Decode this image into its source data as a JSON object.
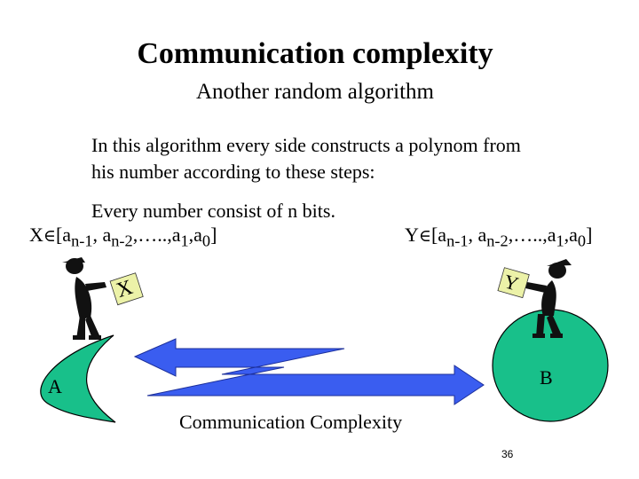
{
  "title": "Communication complexity",
  "subtitle": "Another random algorithm",
  "intro_line1": "In this algorithm every side constructs a polynom from",
  "intro_line2": "his number according to these steps:",
  "bits_line": "Every number consist of n bits.",
  "x_formula": {
    "var": "X",
    "symbol": "∈",
    "open": "[a",
    "sub_n1": "n-1",
    "sep1": ", a",
    "sub_n2": "n-2",
    "mid": ",…..,a",
    "sub_1": "1",
    "sep2": ",a",
    "sub_0": "0",
    "close": "]"
  },
  "y_formula": {
    "var": "Y",
    "symbol": "∈",
    "open": "[a",
    "sub_n1": "n-1",
    "sep1": ", a",
    "sub_n2": "n-2",
    "mid": ",…..,a",
    "sub_1": "1",
    "sep2": ",a",
    "sub_0": "0",
    "close": "]"
  },
  "card_x": "X",
  "card_y": "Y",
  "label_a": "A",
  "label_b": "B",
  "diagram_caption": "Communication Complexity",
  "slide_number": "36",
  "colors": {
    "planet_fill": "#18c08a",
    "arrow_fill": "#3a5df0",
    "card_fill": "#ecf2a8"
  }
}
